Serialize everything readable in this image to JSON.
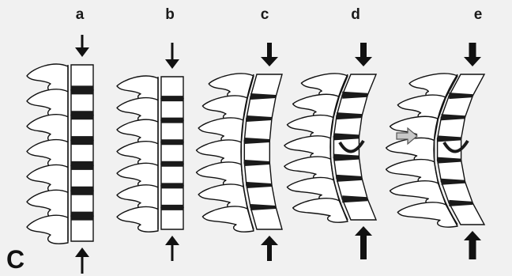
{
  "figure": {
    "corner_label": "C",
    "panels": [
      {
        "label": "a"
      },
      {
        "label": "b"
      },
      {
        "label": "c"
      },
      {
        "label": "d"
      },
      {
        "label": "e"
      }
    ]
  },
  "colors": {
    "background": "#f1f1f1",
    "ink": "#111111",
    "disc": "#1a1a1a",
    "vertebra_fill": "#ffffff",
    "side_arrow_fill": "#c8c8c8"
  }
}
